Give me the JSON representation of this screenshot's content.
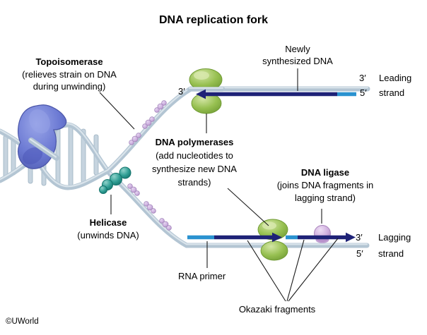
{
  "title": "DNA replication fork",
  "copyright": "©UWorld",
  "labels": {
    "topoisomerase": {
      "name": "Topoisomerase",
      "desc1": "(relieves strain on DNA",
      "desc2": "during unwinding)"
    },
    "helicase": {
      "name": "Helicase",
      "desc": "(unwinds DNA)"
    },
    "polymerases": {
      "name": "DNA polymerases",
      "desc1": "(add nucleotides to",
      "desc2": "synthesize new DNA",
      "desc3": "strands)"
    },
    "ligase": {
      "name": "DNA ligase",
      "desc1": "(joins DNA fragments in",
      "desc2": "lagging strand)"
    },
    "newly_synthesized": {
      "line1": "Newly",
      "line2": "synthesized DNA"
    },
    "rna_primer": "RNA primer",
    "okazaki": "Okazaki fragments",
    "leading": {
      "inner_three_prime": "3′",
      "three_prime": "3′",
      "five_prime": "5′",
      "word1": "Leading",
      "word2": "strand"
    },
    "lagging": {
      "three_prime": "3′",
      "five_prime": "5′",
      "word1": "Lagging",
      "word2": "strand"
    }
  },
  "colors": {
    "background": "#ffffff",
    "template_strand": "#b3c5d3",
    "template_highlight": "#dce6ec",
    "new_strand_navy": "#1e2277",
    "rna_primer_blue": "#2a92d0",
    "topoisomerase_blue": "#6b79d3",
    "helicase_teal": "#2f9e94",
    "polymerase_green": "#97c051",
    "ligase_lavender": "#cfaede",
    "nucleotide_purple": "#cbaede",
    "pointer_line": "#1a1a1a"
  }
}
